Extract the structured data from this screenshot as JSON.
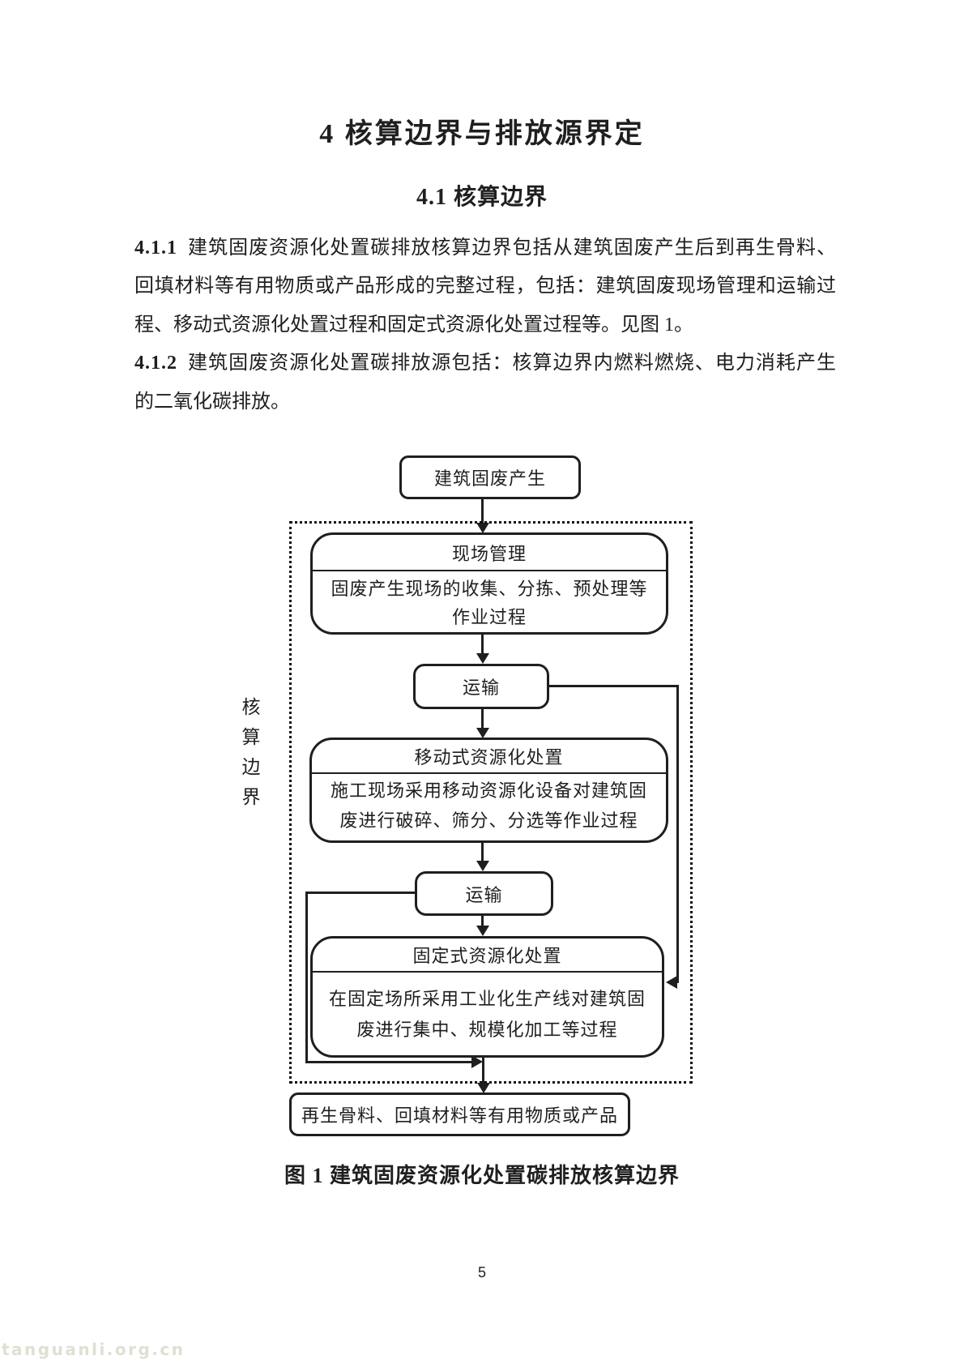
{
  "colors": {
    "ink": "#1f1f1f",
    "watermark": "#dce1d3",
    "background": "#ffffff"
  },
  "document": {
    "heading1": "4 核算边界与排放源界定",
    "heading2": "4.1 核算边界",
    "paragraphs": {
      "p411": {
        "label": "4.1.1",
        "lines": [
          "建筑固废资源化处置碳排放核算边界包括从建筑固废产生后到再生骨料、",
          "回填材料等有用物质或产品形成的完整过程，包括：建筑固废现场管理和运输过",
          "程、移动式资源化处置过程和固定式资源化处置过程等。见图 1。"
        ]
      },
      "p412": {
        "label": "4.1.2",
        "lines": [
          "建筑固废资源化处置碳排放源包括：核算边界内燃料燃烧、电力消耗产生",
          "的二氧化碳排放。"
        ]
      }
    },
    "figure": {
      "caption": "图 1 建筑固废资源化处置碳排放核算边界",
      "boundary_label": "核算边界",
      "nodes": {
        "start": {
          "title": "建筑固废产生"
        },
        "site_management": {
          "title": "现场管理",
          "desc_lines": [
            "固废产生现场的收集、分拣、预处理等",
            "作业过程"
          ]
        },
        "transport_1": {
          "title": "运输"
        },
        "mobile_disposal": {
          "title": "移动式资源化处置",
          "desc_lines": [
            "施工现场采用移动资源化设备对建筑固",
            "废进行破碎、筛分、分选等作业过程"
          ]
        },
        "transport_2": {
          "title": "运输"
        },
        "fixed_disposal": {
          "title": "固定式资源化处置",
          "desc_lines": [
            "在固定场所采用工业化生产线对建筑固",
            "废进行集中、规模化加工等过程"
          ]
        },
        "output": {
          "title": "再生骨料、回填材料等有用物质或产品"
        }
      }
    },
    "page_number": "5",
    "watermark": "tanguanli.org.cn"
  }
}
